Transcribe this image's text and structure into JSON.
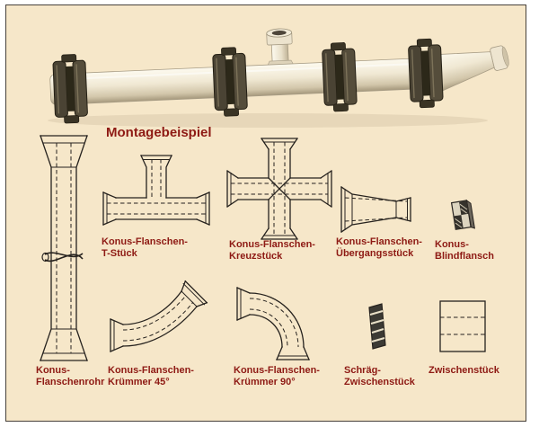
{
  "heading": "Montagebeispiel",
  "colors": {
    "bg": "#f6e7c9",
    "label": "#8e1a14",
    "line": "#26221e"
  },
  "labels": {
    "flanschenrohr": {
      "line1": "Konus-",
      "line2": "Flanschenrohr"
    },
    "t_stueck": {
      "line1": "Konus-Flanschen-",
      "line2": "T-Stück"
    },
    "kreuzstueck": {
      "line1": "Konus-Flanschen-",
      "line2": "Kreuzstück"
    },
    "uebergangsstueck": {
      "line1": "Konus-Flanschen-",
      "line2": "Übergangsstück"
    },
    "blindflansch": {
      "line1": "Konus-",
      "line2": "Blindflansch"
    },
    "kruemmer45": {
      "line1": "Konus-Flanschen-",
      "line2": "Krümmer 45°"
    },
    "kruemmer90": {
      "line1": "Konus-Flanschen-",
      "line2": "Krümmer 90°"
    },
    "schraeg_zwischenstueck": {
      "line1": "Schräg-",
      "line2": "Zwischenstück"
    },
    "zwischenstueck": {
      "line1": "Zwischenstück"
    }
  }
}
